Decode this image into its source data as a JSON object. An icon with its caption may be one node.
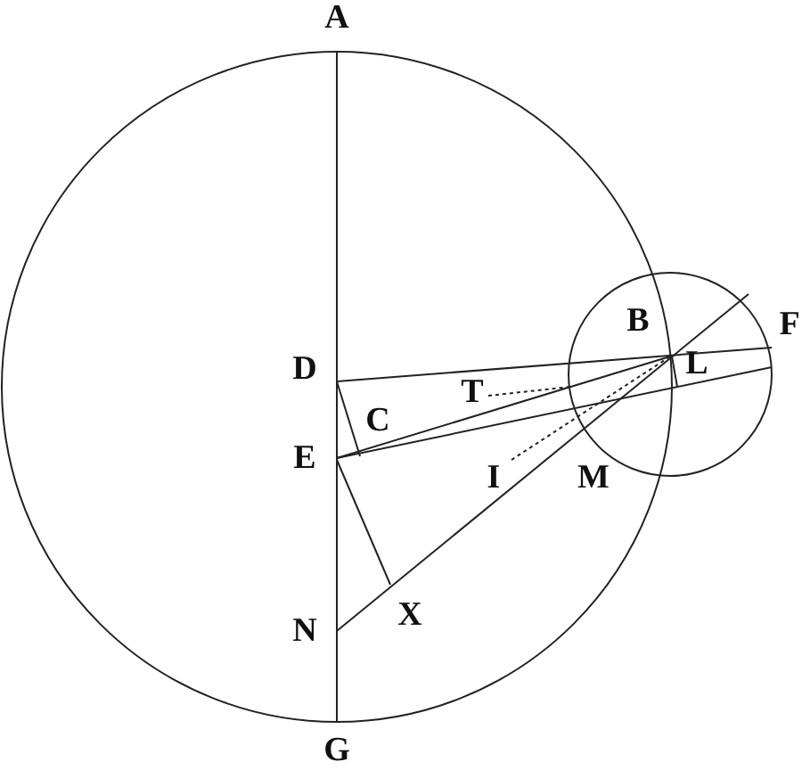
{
  "diagram": {
    "labels": [
      "A",
      "B",
      "F",
      "D",
      "L",
      "T",
      "C",
      "E",
      "I",
      "M",
      "N",
      "X",
      "G"
    ]
  }
}
